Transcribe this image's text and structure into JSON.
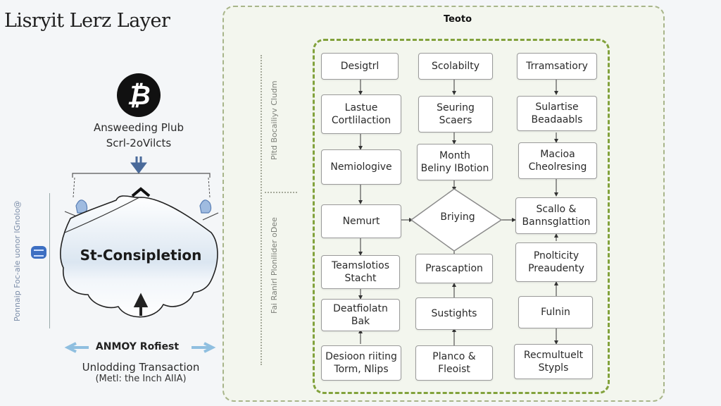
{
  "title": "Lisryit Lerz Layer",
  "left_panel": {
    "logo_icon": "bitcoin-icon",
    "logo_glyph": "₿",
    "subtitle_line1": "Answeeding Plub",
    "subtitle_line2": "Scrl-2oVilcts",
    "cloud_label": "St-Consipletion",
    "bottom_heading": "ANMOY Rofiest",
    "bottom_line1": "Unlodding Transaction",
    "bottom_line2": "(Metl: the Inch AIIA)",
    "vertical_text": "Ponnaip Foc-ale uonor lGnolo@",
    "colors": {
      "arrow_blue": "#8fbfe0",
      "chat_blue": "#3d6fc2"
    }
  },
  "diagram": {
    "header": "Teoto",
    "side_label_top": "Pltd Bocailiyv Cludm",
    "side_label_bottom": "Fai Ranirl Plonilider oDee",
    "colors": {
      "outer_border": "#a8b58a",
      "inner_border": "#82a23c",
      "panel_bg": "#f3f6ee"
    },
    "columns": [
      {
        "nodes": [
          "Desigtrl",
          "Lastue\nCortlilaction",
          "Nemiologive",
          "Nemurt",
          "Teamslotios\nStacht",
          "Deatfiolatn\nBak",
          "Desioon riiting\nTorm, Nlips"
        ]
      },
      {
        "nodes": [
          "Scolabilty",
          "Seuring\nScaers",
          "Month\nBeliny IBotion",
          "Prascaption",
          "Sustights",
          "Planco &\nFleoist"
        ],
        "decision": "Briying"
      },
      {
        "nodes": [
          "Trramsatiory",
          "Sulartise\nBeadaabls",
          "Macioa\nCheolresing",
          "Scallo &\nBannsglattion",
          "Pnolticity\nPreaudenty",
          "Fulnin",
          "Recmultuelt\nStypls"
        ]
      }
    ]
  }
}
